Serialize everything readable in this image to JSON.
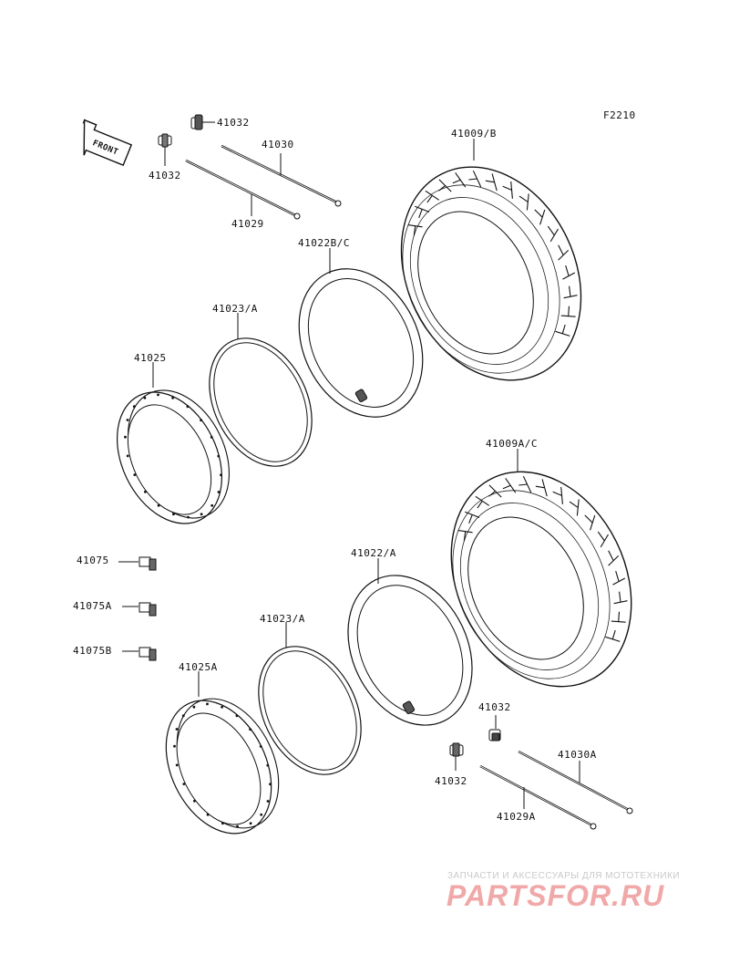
{
  "diagram": {
    "code": "F2210",
    "front_label": "FRONT",
    "labels": [
      "41032",
      "41032",
      "41030",
      "41029",
      "41009/B",
      "41022B/C",
      "41023/A",
      "41025",
      "41009A/C",
      "41075",
      "41075A",
      "41075B",
      "41022/A",
      "41023/A",
      "41025A",
      "41032",
      "41032",
      "41030A",
      "41029A"
    ]
  },
  "watermark": {
    "tagline": "ЗАПЧАСТИ И АКСЕССУАРЫ ДЛЯ МОТОТЕХНИКИ",
    "logo": "PARTSFOR.RU"
  }
}
